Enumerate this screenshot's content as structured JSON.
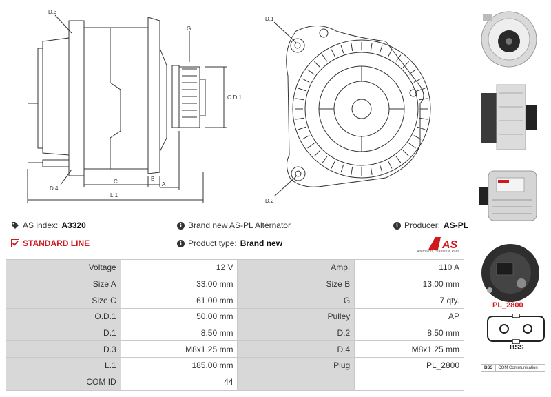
{
  "drawing_labels": {
    "d3": "D.3",
    "g": "G",
    "od1": "O.D.1",
    "d4": "D.4",
    "c": "C",
    "b": "B",
    "a": "A",
    "l1": "L.1",
    "d1": "D.1",
    "d2": "D.2"
  },
  "info": {
    "as_index_label": "AS index:",
    "as_index_value": "A3320",
    "standard_line": "STANDARD LINE",
    "description": "Brand new AS-PL Alternator",
    "product_type_label": "Product type:",
    "product_type_value": "Brand new",
    "producer_label": "Producer:",
    "producer_value": "AS-PL"
  },
  "brand": {
    "logo_text": "AS",
    "tagline": "Alternators, Starters & Parts",
    "accent_color": "#d0181f"
  },
  "specs": [
    [
      "Voltage",
      "12 V",
      "Amp.",
      "110 A"
    ],
    [
      "Size A",
      "33.00 mm",
      "Size B",
      "13.00 mm"
    ],
    [
      "Size C",
      "61.00 mm",
      "G",
      "7 qty."
    ],
    [
      "O.D.1",
      "50.00 mm",
      "Pulley",
      "AP"
    ],
    [
      "D.1",
      "8.50 mm",
      "D.2",
      "8.50 mm"
    ],
    [
      "D.3",
      "M8x1.25 mm",
      "D.4",
      "M8x1.25 mm"
    ],
    [
      "L.1",
      "185.00 mm",
      "Plug",
      "PL_2800"
    ],
    [
      "COM ID",
      "44",
      "",
      ""
    ]
  ],
  "plug": {
    "title": "PL_2800",
    "label": "BSS",
    "com_code": "BSS",
    "com_text": "COM Communication"
  },
  "photos": [
    "alternator-front-photo",
    "alternator-side-photo",
    "alternator-label-photo",
    "alternator-rear-photo"
  ]
}
